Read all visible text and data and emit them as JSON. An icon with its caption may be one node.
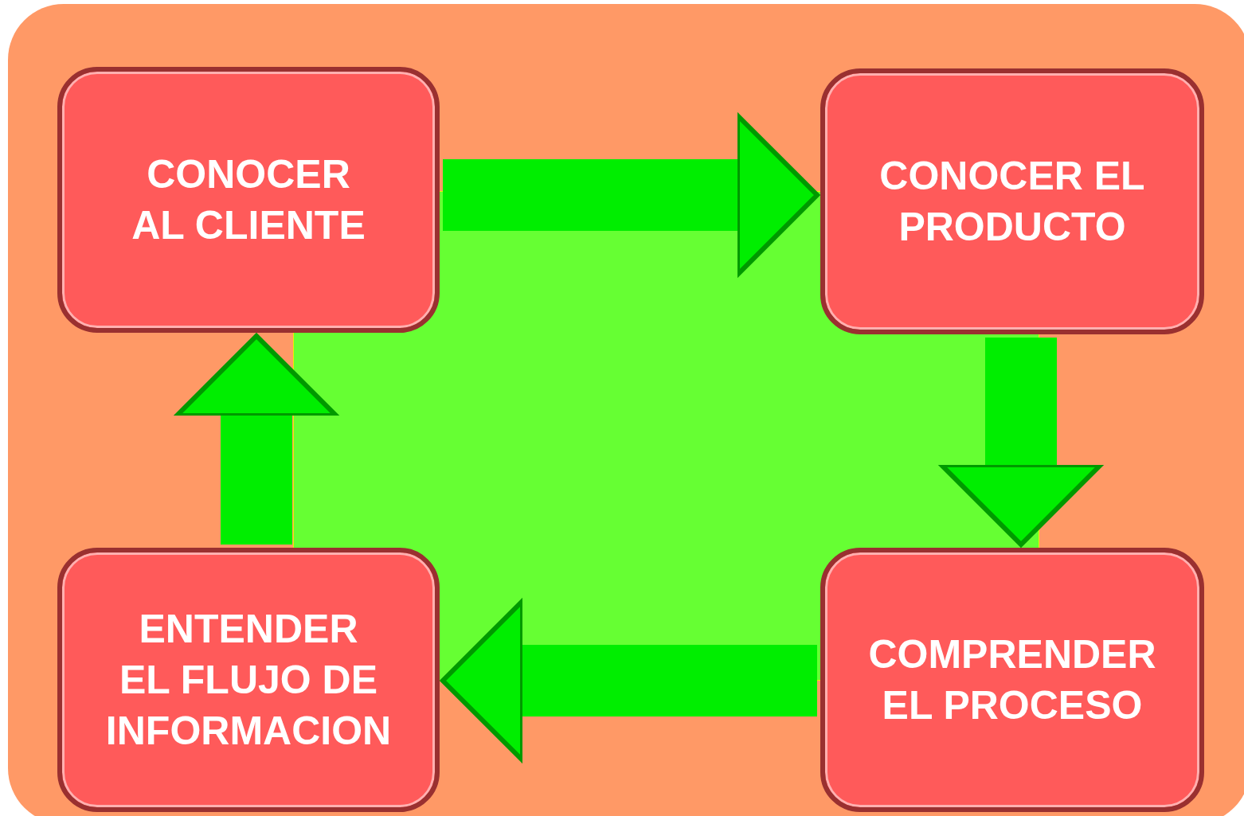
{
  "diagram": {
    "nodes": [
      {
        "text": [
          "CONOCER AL CLIENTE"
        ]
      },
      {
        "text": [
          "CONOCER EL PRODUCTO"
        ]
      },
      {
        "text": [
          "ENTENDER EL FLUJO DE INFORMACION"
        ]
      },
      {
        "text": [
          "COMPRENDER EL PROCESO"
        ]
      }
    ],
    "edges": [
      {
        "from": 0,
        "to": 1,
        "arrow": "to"
      },
      {
        "from": 1,
        "to": 3,
        "arrow": "to"
      },
      {
        "from": 3,
        "to": 2,
        "arrow": "to"
      },
      {
        "from": 2,
        "to": 0,
        "arrow": "to"
      }
    ]
  }
}
